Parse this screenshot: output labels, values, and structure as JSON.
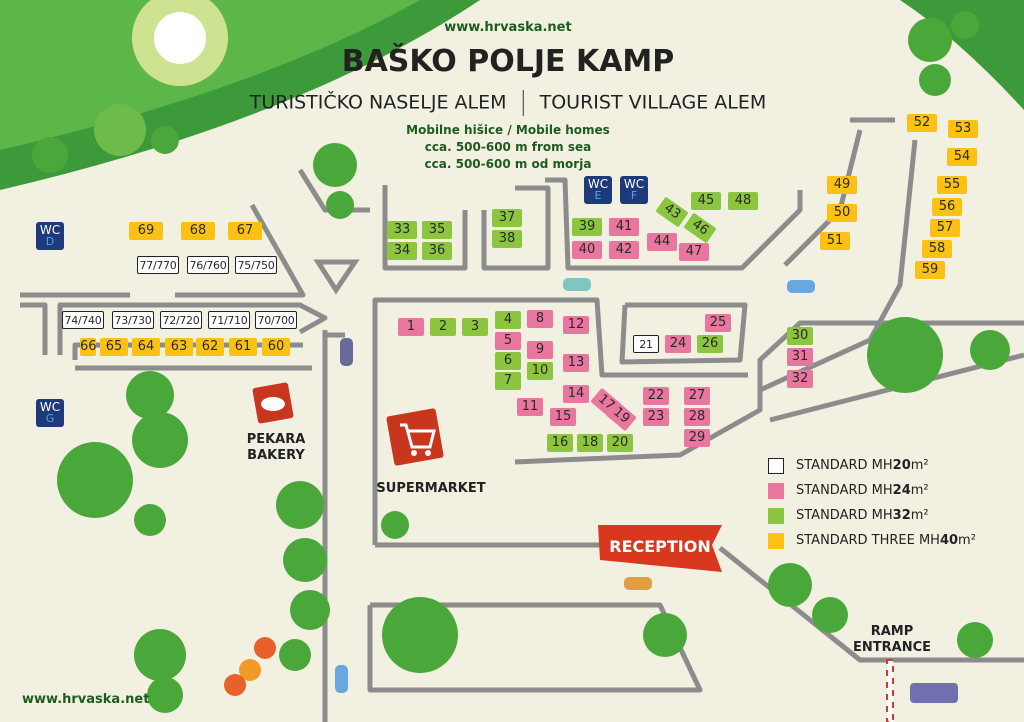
{
  "header": {
    "website": "www.hrvaska.net",
    "title": "BAŠKO POLJE KAMP",
    "subtitle_hr": "TURISTIČKO NASELJE ALEM",
    "subtitle_en": "TOURIST VILLAGE ALEM",
    "info_line1": "Mobilne hišice / Mobile homes",
    "info_line2": "cca. 500-600 m from sea",
    "info_line3": "cca. 500-600 m od morja"
  },
  "footer_website": "www.hrvaska.net",
  "colors": {
    "20": "#ffffff",
    "24": "#e8769e",
    "32": "#8cc63f",
    "40": "#fcc112",
    "road": "#8c8c8c",
    "wc": "#1e3a7a",
    "accent_red": "#d9381e"
  },
  "wc": [
    {
      "id": "D",
      "label": "WC"
    },
    {
      "id": "E",
      "label": "WC"
    },
    {
      "id": "F",
      "label": "WC"
    },
    {
      "id": "G",
      "label": "WC"
    }
  ],
  "places": {
    "bakery_1": "PEKARA",
    "bakery_2": "BAKERY",
    "supermarket": "SUPERMARKET",
    "reception": "RECEPTION",
    "ramp_1": "RAMP",
    "ramp_2": "ENTRANCE"
  },
  "lots": [
    {
      "n": "69",
      "t": "40"
    },
    {
      "n": "68",
      "t": "40"
    },
    {
      "n": "67",
      "t": "40"
    },
    {
      "n": "77/770",
      "t": "20"
    },
    {
      "n": "76/760",
      "t": "20"
    },
    {
      "n": "75/750",
      "t": "20"
    },
    {
      "n": "74/740",
      "t": "20"
    },
    {
      "n": "73/730",
      "t": "20"
    },
    {
      "n": "72/720",
      "t": "20"
    },
    {
      "n": "71/710",
      "t": "20"
    },
    {
      "n": "70/700",
      "t": "20"
    },
    {
      "n": "66",
      "t": "40"
    },
    {
      "n": "65",
      "t": "40"
    },
    {
      "n": "64",
      "t": "40"
    },
    {
      "n": "63",
      "t": "40"
    },
    {
      "n": "62",
      "t": "40"
    },
    {
      "n": "61",
      "t": "40"
    },
    {
      "n": "60",
      "t": "40"
    },
    {
      "n": "33",
      "t": "32"
    },
    {
      "n": "35",
      "t": "32"
    },
    {
      "n": "34",
      "t": "32"
    },
    {
      "n": "36",
      "t": "32"
    },
    {
      "n": "37",
      "t": "32"
    },
    {
      "n": "38",
      "t": "32"
    },
    {
      "n": "39",
      "t": "32"
    },
    {
      "n": "41",
      "t": "24"
    },
    {
      "n": "40",
      "t": "24"
    },
    {
      "n": "42",
      "t": "24"
    },
    {
      "n": "43",
      "t": "32"
    },
    {
      "n": "46",
      "t": "32"
    },
    {
      "n": "45",
      "t": "32"
    },
    {
      "n": "48",
      "t": "32"
    },
    {
      "n": "44",
      "t": "24"
    },
    {
      "n": "47",
      "t": "24"
    },
    {
      "n": "49",
      "t": "40"
    },
    {
      "n": "50",
      "t": "40"
    },
    {
      "n": "51",
      "t": "40"
    },
    {
      "n": "52",
      "t": "40"
    },
    {
      "n": "53",
      "t": "40"
    },
    {
      "n": "54",
      "t": "40"
    },
    {
      "n": "55",
      "t": "40"
    },
    {
      "n": "56",
      "t": "40"
    },
    {
      "n": "57",
      "t": "40"
    },
    {
      "n": "58",
      "t": "40"
    },
    {
      "n": "59",
      "t": "40"
    },
    {
      "n": "1",
      "t": "24"
    },
    {
      "n": "2",
      "t": "32"
    },
    {
      "n": "3",
      "t": "32"
    },
    {
      "n": "4",
      "t": "32"
    },
    {
      "n": "8",
      "t": "24"
    },
    {
      "n": "12",
      "t": "24"
    },
    {
      "n": "5",
      "t": "24"
    },
    {
      "n": "9",
      "t": "24"
    },
    {
      "n": "6",
      "t": "32"
    },
    {
      "n": "10",
      "t": "32"
    },
    {
      "n": "13",
      "t": "24"
    },
    {
      "n": "7",
      "t": "32"
    },
    {
      "n": "14",
      "t": "24"
    },
    {
      "n": "11",
      "t": "24"
    },
    {
      "n": "15",
      "t": "24"
    },
    {
      "n": "17",
      "t": "24"
    },
    {
      "n": "19",
      "t": "24"
    },
    {
      "n": "22",
      "t": "24"
    },
    {
      "n": "23",
      "t": "24"
    },
    {
      "n": "27",
      "t": "24"
    },
    {
      "n": "28",
      "t": "24"
    },
    {
      "n": "29",
      "t": "24"
    },
    {
      "n": "16",
      "t": "32"
    },
    {
      "n": "18",
      "t": "32"
    },
    {
      "n": "20",
      "t": "32"
    },
    {
      "n": "21",
      "t": "20"
    },
    {
      "n": "24",
      "t": "24"
    },
    {
      "n": "26",
      "t": "32"
    },
    {
      "n": "25",
      "t": "24"
    },
    {
      "n": "30",
      "t": "32"
    },
    {
      "n": "31",
      "t": "24"
    },
    {
      "n": "32",
      "t": "24"
    }
  ],
  "legend": [
    {
      "t": "20",
      "text": "STANDARD MH ",
      "size": "20",
      "unit": "m²"
    },
    {
      "t": "24",
      "text": "STANDARD MH ",
      "size": "24",
      "unit": "m²"
    },
    {
      "t": "32",
      "text": "STANDARD MH ",
      "size": "32",
      "unit": "m²"
    },
    {
      "t": "40",
      "text": "STANDARD THREE MH ",
      "size": "40",
      "unit": "m²"
    }
  ]
}
